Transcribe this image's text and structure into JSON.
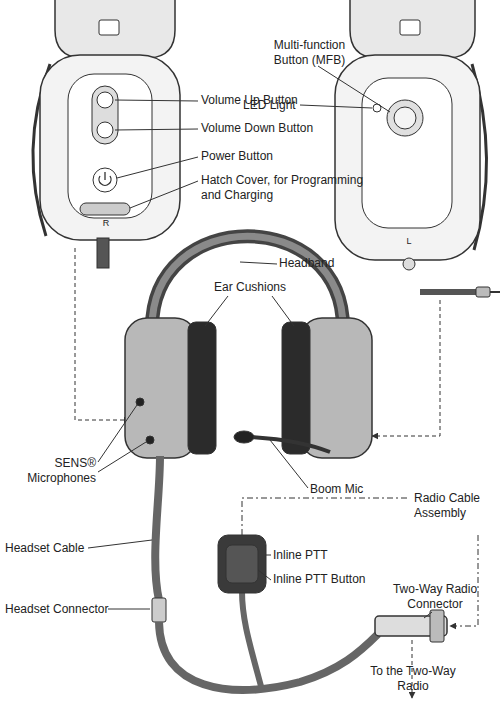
{
  "diagram": {
    "labels": [
      "Volume Up Button",
      "Volume Down Button",
      "Power Button",
      "Hatch Cover, for Programming and Charging",
      "R",
      "Multi-function Button (MFB)",
      "LED Light",
      "L",
      "Headband",
      "Ear Cushions",
      "SENS® Microphones",
      "Boom Mic",
      "Radio Cable Assembly",
      "Headset Cable",
      "Inline PTT",
      "Inline PTT Button",
      "Two-Way Radio Connector",
      "Headset Connector",
      "To the Two-Way Radio"
    ]
  }
}
